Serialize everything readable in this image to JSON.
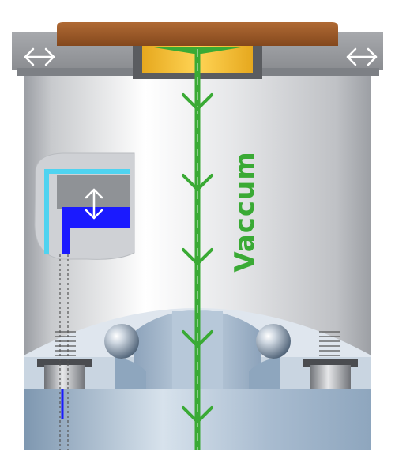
{
  "vacuum_label": "Vaccum",
  "icons": {
    "slide_arrows": "double-headed-horizontal-arrow",
    "lift_arrow": "double-headed-vertical-arrow",
    "flow_arrows": "chevron-down"
  },
  "colors": {
    "wood": "#9a5a2a",
    "gold": "#f2c23a",
    "vacuum_green": "#3aaa35",
    "body_gray": "#dcdde0",
    "base_blue": "#a9bcd0",
    "cyan": "#4fd3f0",
    "blue": "#1a1aff"
  }
}
